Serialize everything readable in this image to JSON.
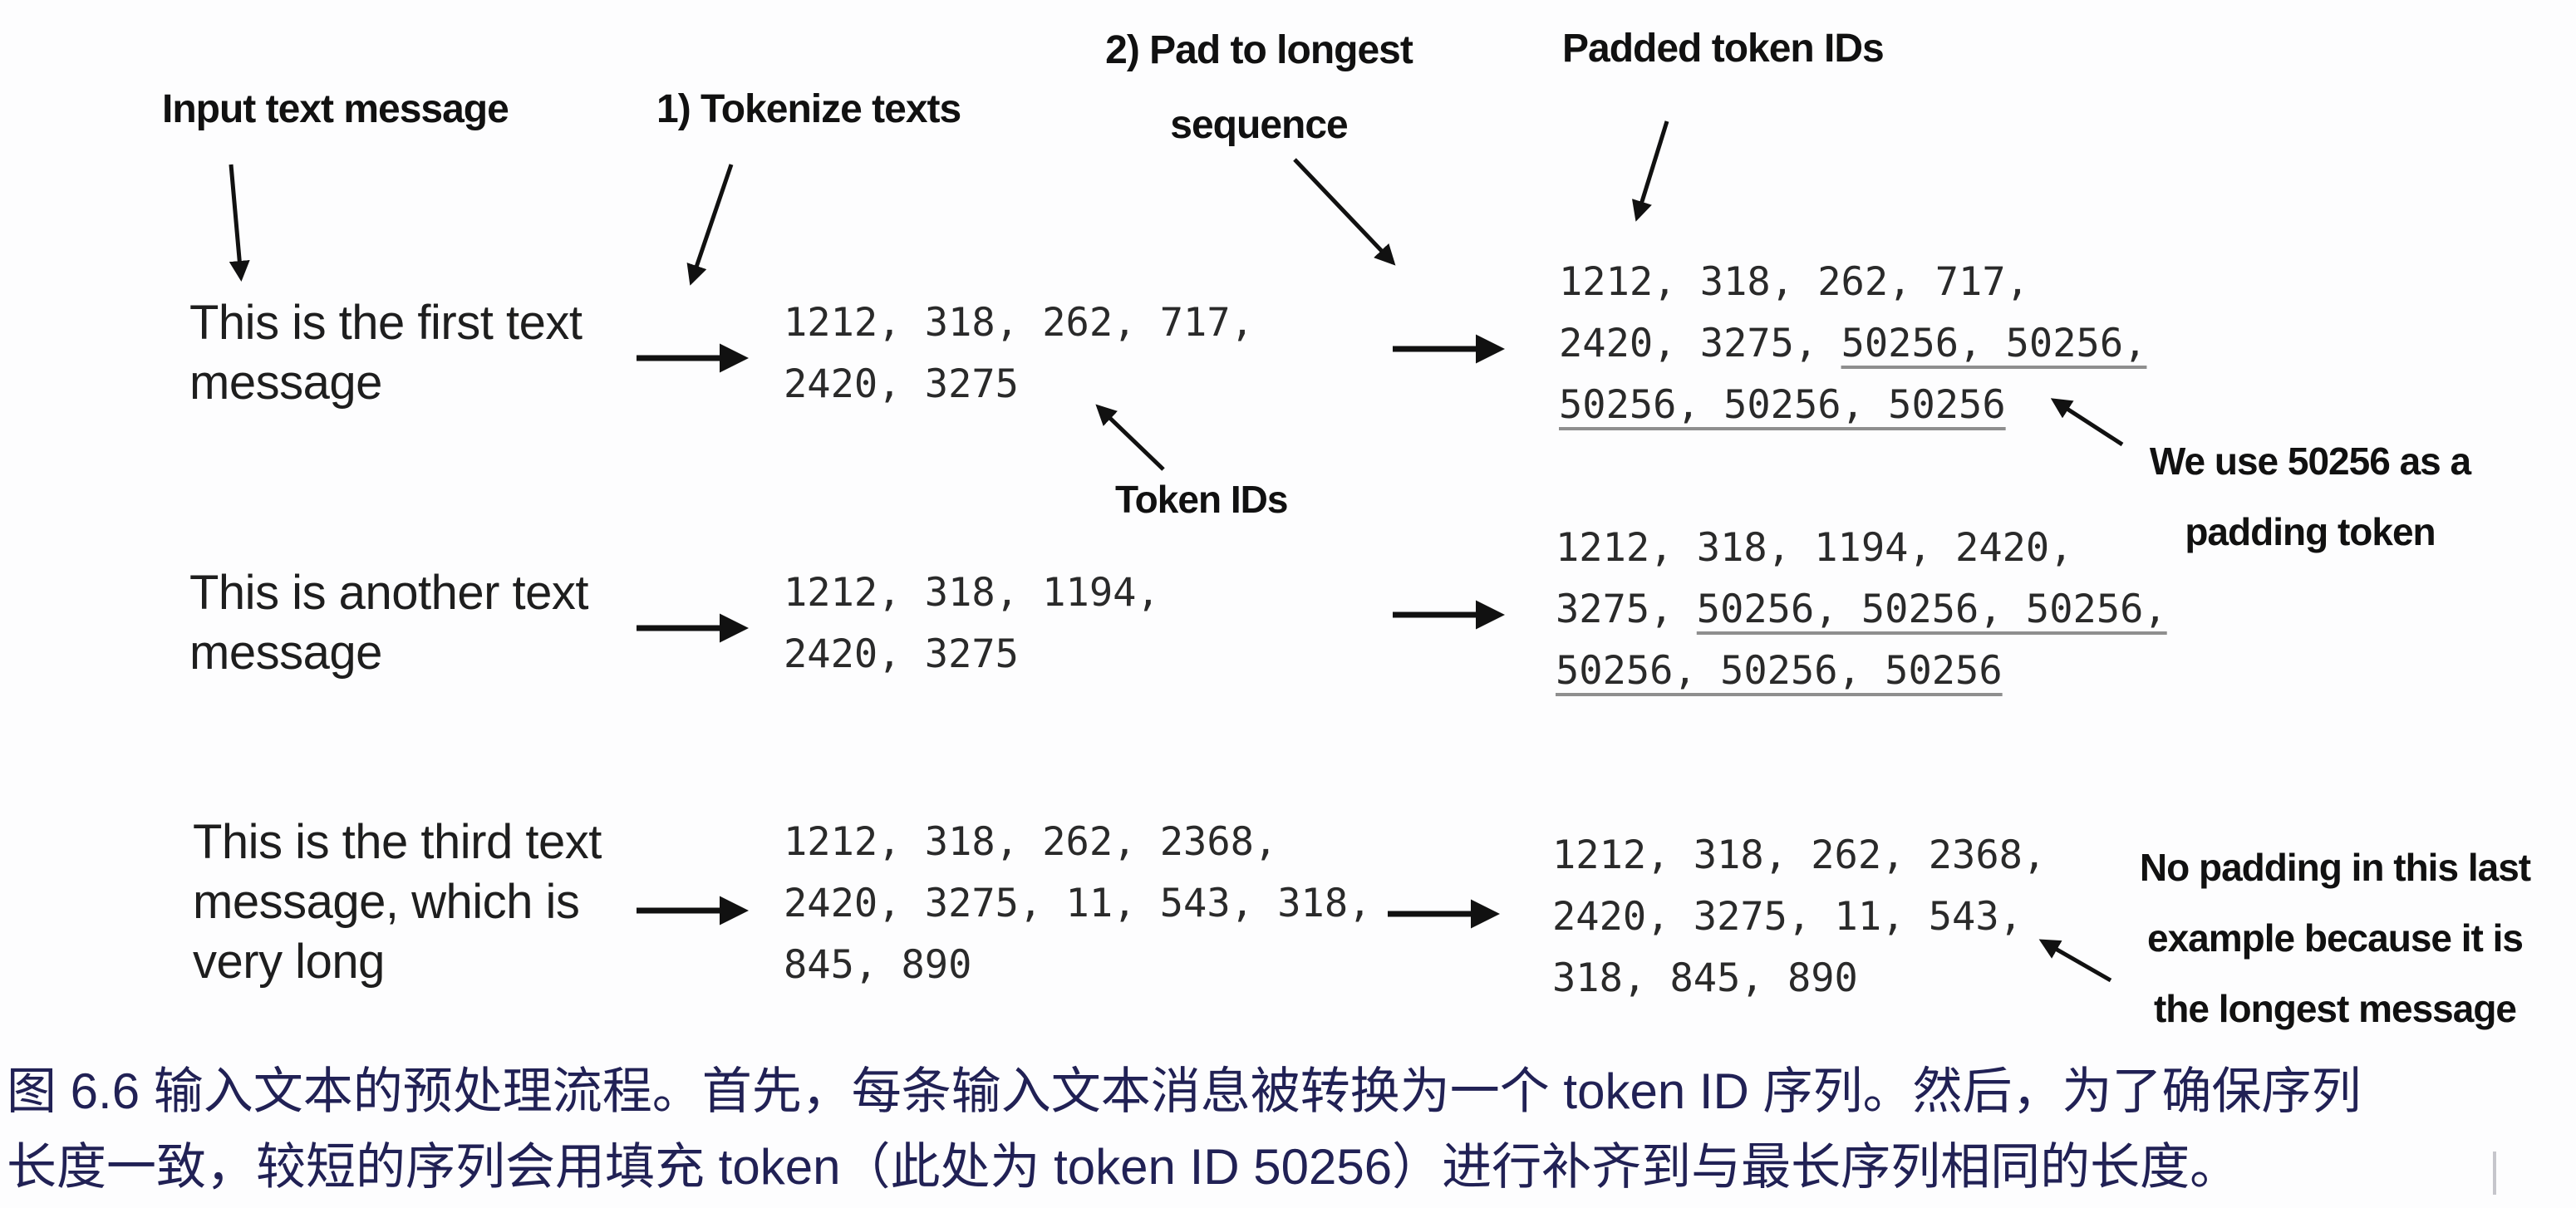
{
  "column_labels": {
    "input": "Input text message",
    "tokenize": "1) Tokenize texts",
    "pad": "2) Pad to longest\nsequence",
    "padded": "Padded token IDs"
  },
  "annotations": {
    "token_ids": "Token IDs",
    "padding_note": "We use 50256 as a\npadding token",
    "no_padding_note": "No padding in this last\nexample because it is\nthe longest message"
  },
  "rows": [
    {
      "message": "This is the first text\nmessage",
      "token_ids": "1212, 318, 262, 717,\n2420, 3275",
      "padded": [
        [
          {
            "text": "1212, 318, 262, 717,",
            "pad": false
          }
        ],
        [
          {
            "text": "2420, 3275, ",
            "pad": false
          },
          {
            "text": "50256, 50256,",
            "pad": true
          }
        ],
        [
          {
            "text": "50256, 50256, 50256",
            "pad": true
          }
        ]
      ]
    },
    {
      "message": "This is another text\nmessage",
      "token_ids": "1212, 318, 1194,\n2420, 3275",
      "padded": [
        [
          {
            "text": "1212, 318, 1194, 2420,",
            "pad": false
          }
        ],
        [
          {
            "text": "3275, ",
            "pad": false
          },
          {
            "text": "50256, 50256, 50256,",
            "pad": true
          }
        ],
        [
          {
            "text": "50256, 50256, 50256",
            "pad": true
          }
        ]
      ]
    },
    {
      "message": "This is the third text\nmessage, which is\nvery long",
      "token_ids": "1212, 318, 262, 2368,\n2420, 3275, 11, 543, 318,\n845, 890",
      "padded": [
        [
          {
            "text": "1212, 318, 262, 2368,",
            "pad": false
          }
        ],
        [
          {
            "text": "2420, 3275, 11, 543,",
            "pad": false
          }
        ],
        [
          {
            "text": "318, 845, 890",
            "pad": false
          }
        ]
      ]
    }
  ],
  "caption": {
    "line1": "图 6.6 输入文本的预处理流程。首先，每条输入文本消息被转换为一个 token ID 序列。然后，为了确保序列",
    "line2": "长度一致，较短的序列会用填充 token（此处为 token ID 50256）进行补齐到与最长序列相同的长度。"
  },
  "colors": {
    "caption": "#212155",
    "ink": "#151515",
    "underline": "#8f8f8f"
  }
}
